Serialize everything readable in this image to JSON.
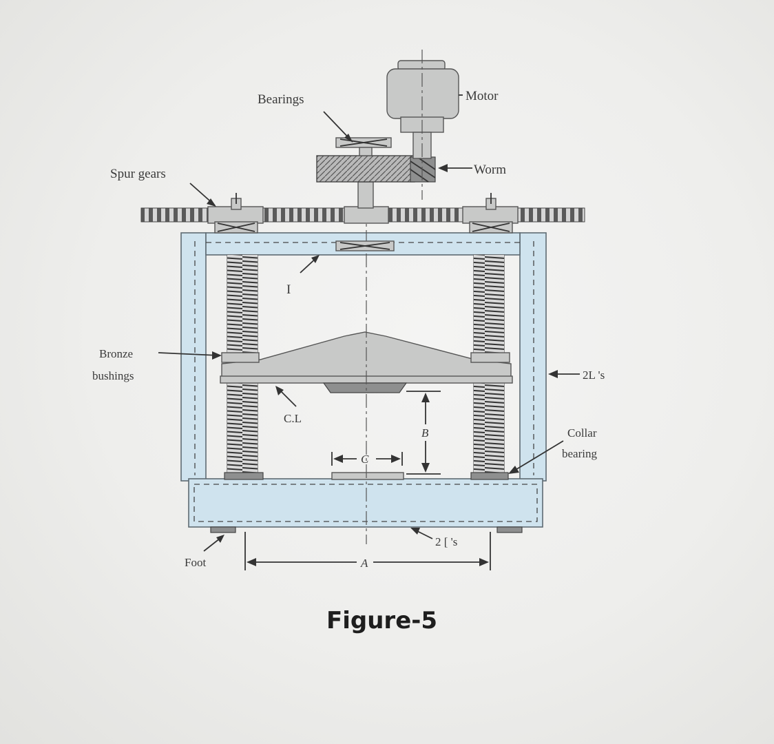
{
  "labels": {
    "bearings": "Bearings",
    "motor": "Motor",
    "worm": "Worm",
    "spur_gears": "Spur gears",
    "bronze": "Bronze",
    "bushings": "bushings",
    "two_angles": "2L 's",
    "collar": "Collar",
    "bearing": "bearing",
    "cl": "C.L",
    "dim_b": "B",
    "dim_c": "C",
    "dim_a": "A",
    "two_channels": "2 [ 's",
    "foot": "Foot",
    "section_mark": "I"
  },
  "caption": "Figure-5",
  "colors": {
    "frame_fill": "#cfe3ee",
    "metal": "#c8c9c8",
    "background": "#eeeeec"
  }
}
